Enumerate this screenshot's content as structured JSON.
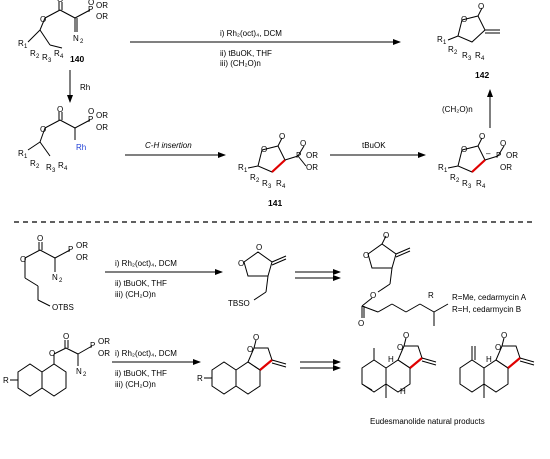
{
  "top": {
    "compound_140": "140",
    "compound_141": "141",
    "compound_142": "142",
    "conditions_main": [
      "i) Rh₂(oct)₄, DCM",
      "ii) tBuOK, THF",
      "iii) (CH₂O)n"
    ],
    "rh_arrow_label": "Rh",
    "ch_insertion_label": "C-H insertion",
    "tbuok_label": "tBuOK",
    "ch2o_label": "(CH₂O)n"
  },
  "cedarmycin": {
    "conditions": [
      "i) Rh₂(oct)₄, DCM",
      "ii) tBuOK, THF",
      "iii) (CH₂O)n"
    ],
    "legend_a": "R=Me, cedarmycin A",
    "legend_b": "R=H, cedarmycin B"
  },
  "eudesmanolide": {
    "conditions": [
      "i) Rh₂(oct)₄, DCM",
      "ii) tBuOK, THF",
      "iii) (CH₂O)n"
    ],
    "caption": "Eudesmanolide natural products"
  }
}
